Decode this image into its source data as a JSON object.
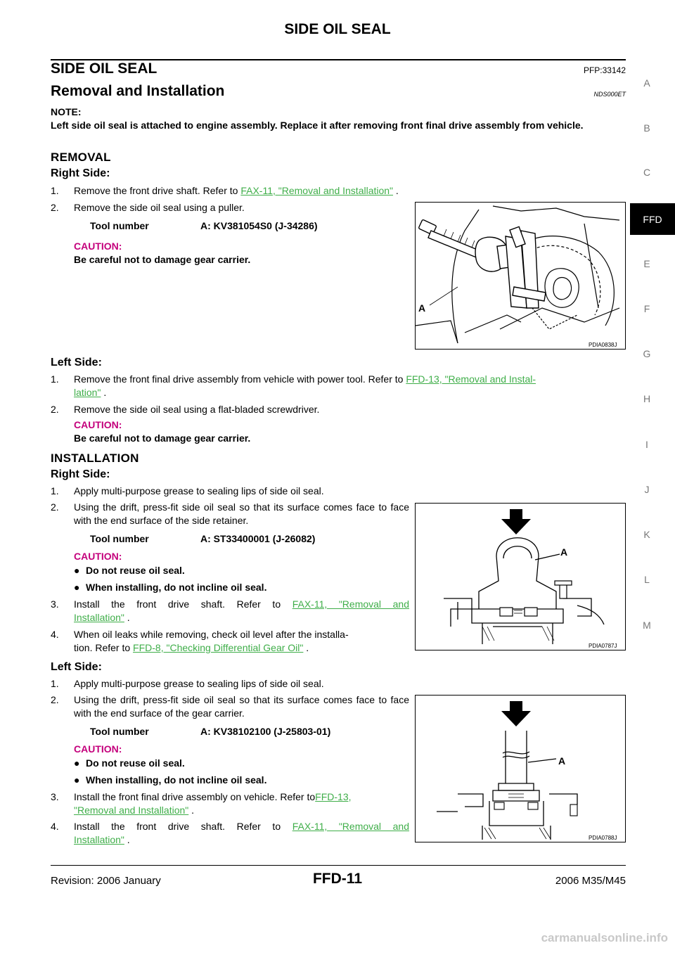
{
  "header": {
    "title": "SIDE OIL SEAL"
  },
  "section": {
    "title": "SIDE OIL SEAL",
    "pfp": "PFP:33142"
  },
  "subsection": {
    "title": "Removal and Installation",
    "code": "NDS000ET"
  },
  "note": {
    "label": "NOTE:",
    "text": "Left side oil seal is attached to engine assembly. Replace it after removing front final drive assembly from vehicle."
  },
  "removal": {
    "heading": "REMOVAL",
    "right": {
      "heading": "Right Side:",
      "step1": {
        "num": "1.",
        "text": "Remove the front drive shaft. Refer to ",
        "link": "FAX-11, \"Removal and Installation\"",
        "end": " ."
      },
      "step2": {
        "num": "2.",
        "text": "Remove the side oil seal using a puller."
      },
      "tool": {
        "label": "Tool number",
        "value": "A: KV381054S0 (J-34286)"
      },
      "caution_label": "CAUTION:",
      "caution_text": "Be careful not to damage gear carrier.",
      "figure": {
        "label": "A",
        "code": "PDIA0838J"
      }
    },
    "left": {
      "heading": "Left Side:",
      "step1": {
        "num": "1.",
        "text": "Remove the front final drive assembly from vehicle with power tool. Refer to ",
        "link_a": "FFD-13, \"Removal and Instal-",
        "link_b": "lation\"",
        "end": " ."
      },
      "step2": {
        "num": "2.",
        "text": "Remove the side oil seal using a flat-bladed screwdriver."
      },
      "caution_label": "CAUTION:",
      "caution_text": "Be careful not to damage gear carrier."
    }
  },
  "installation": {
    "heading": "INSTALLATION",
    "right": {
      "heading": "Right Side:",
      "step1": {
        "num": "1.",
        "text": "Apply multi-purpose grease to sealing lips of side oil seal."
      },
      "step2": {
        "num": "2.",
        "text": "Using the drift, press-fit side oil seal so that its surface comes face to face with the end surface of the side retainer."
      },
      "tool": {
        "label": "Tool number",
        "value": "A: ST33400001 (J-26082)"
      },
      "caution_label": "CAUTION:",
      "bullet1": "Do not reuse oil seal.",
      "bullet2": "When installing, do not incline oil seal.",
      "step3": {
        "num": "3.",
        "text": "Install the front drive shaft. Refer to ",
        "link_a": "FAX-11, \"Removal and",
        "link_b": "Installation\"",
        "end": " ."
      },
      "step4": {
        "num": "4.",
        "text_a": "When oil leaks while removing, check oil level after the installa-",
        "text_b": "tion. Refer to ",
        "link": "FFD-8, \"Checking Differential Gear Oil\"",
        "end": " ."
      },
      "figure": {
        "label": "A",
        "code": "PDIA0787J"
      }
    },
    "left": {
      "heading": "Left Side:",
      "step1": {
        "num": "1.",
        "text": "Apply multi-purpose grease to sealing lips of side oil seal."
      },
      "step2": {
        "num": "2.",
        "text": "Using the drift, press-fit side oil seal so that its surface comes face to face with the end surface of the gear carrier."
      },
      "tool": {
        "label": "Tool number",
        "value": "A: KV38102100 (J-25803-01)"
      },
      "caution_label": "CAUTION:",
      "bullet1": "Do not reuse oil seal.",
      "bullet2": "When installing, do not incline oil seal.",
      "step3": {
        "num": "3.",
        "text": "Install the front final drive assembly on vehicle. Refer to",
        "link_a": "FFD-13,",
        "link_b": "\"Removal and Installation\"",
        "end": " ."
      },
      "step4": {
        "num": "4.",
        "text": "Install the front drive shaft. Refer to ",
        "link_a": "FAX-11, \"Removal and",
        "link_b": "Installation\"",
        "end": " ."
      },
      "figure": {
        "label": "A",
        "code": "PDIA0788J"
      }
    }
  },
  "tabs": [
    "A",
    "B",
    "C",
    "FFD",
    "E",
    "F",
    "G",
    "H",
    "I",
    "J",
    "K",
    "L",
    "M"
  ],
  "footer": {
    "revision": "Revision: 2006 January",
    "page": "FFD-11",
    "model": "2006 M35/M45"
  },
  "watermark": "carmanualsonline.info",
  "colors": {
    "caution": "#c4007c",
    "link": "#3fae49",
    "tab_bg": "#000000"
  }
}
